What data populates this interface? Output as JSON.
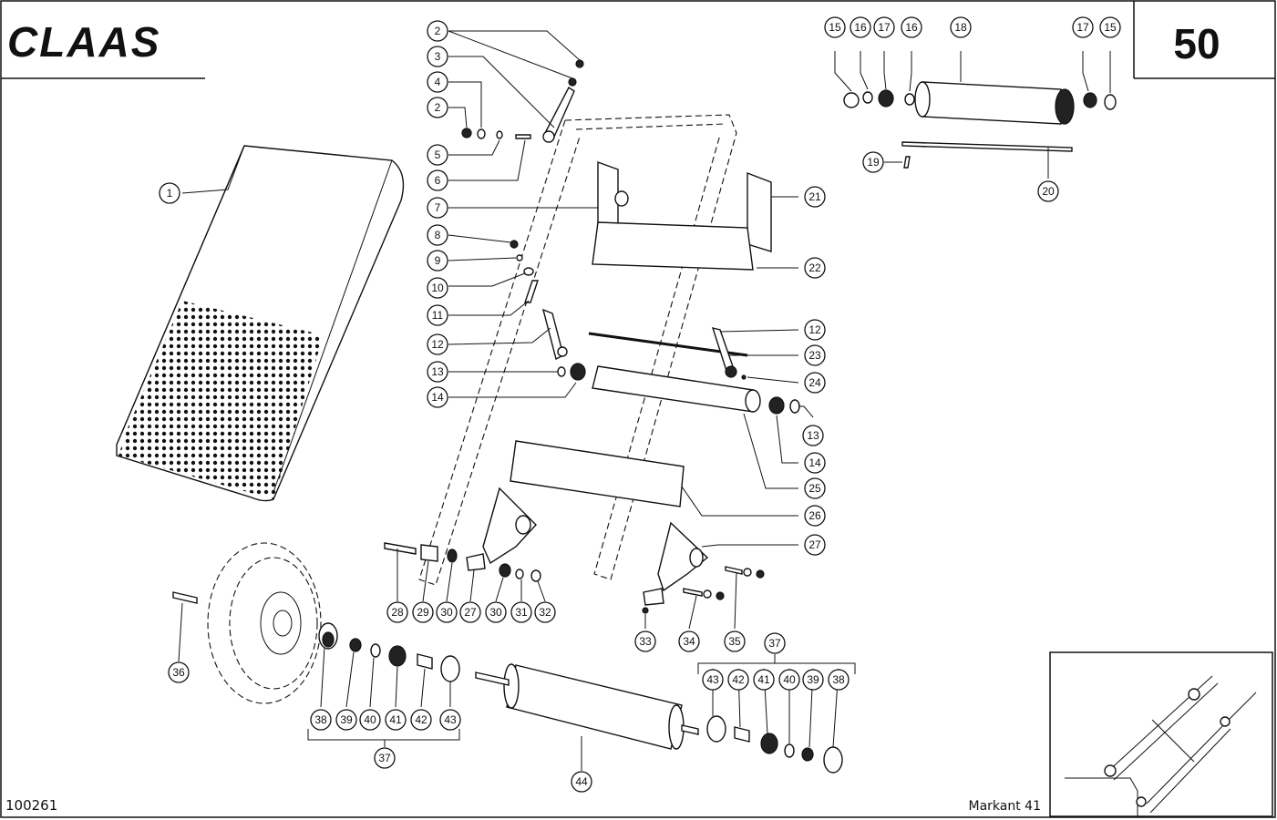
{
  "header": {
    "brand": "CLAAS",
    "page_number": "50"
  },
  "footer": {
    "drawing_number": "100261",
    "model": "Markant 41"
  },
  "callouts": [
    "1",
    "2",
    "3",
    "4",
    "5",
    "6",
    "7",
    "8",
    "9",
    "10",
    "11",
    "12",
    "13",
    "14",
    "15",
    "16",
    "17",
    "18",
    "19",
    "20",
    "21",
    "22",
    "23",
    "24",
    "25",
    "26",
    "27",
    "28",
    "29",
    "30",
    "31",
    "32",
    "33",
    "34",
    "35",
    "36",
    "37",
    "38",
    "39",
    "40",
    "41",
    "42",
    "43",
    "44"
  ]
}
